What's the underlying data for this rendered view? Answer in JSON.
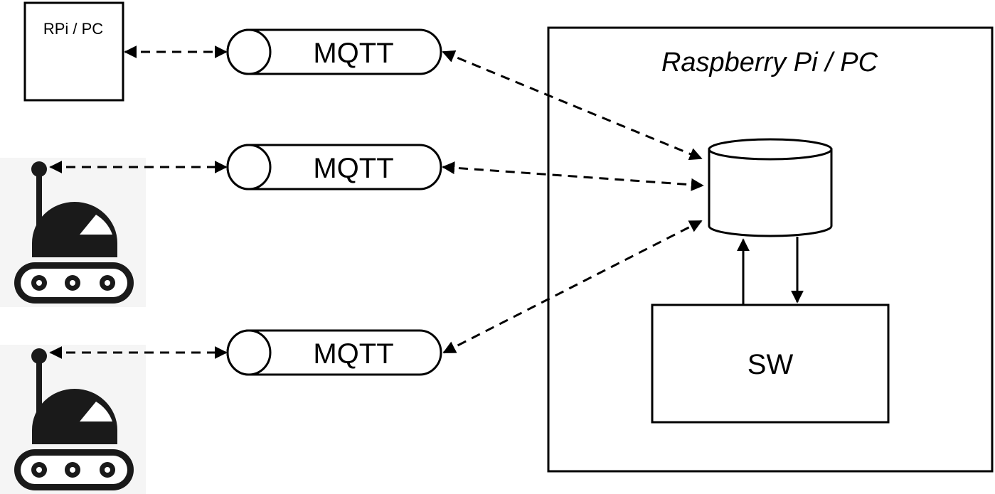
{
  "client_box": {
    "label": "RPi / PC"
  },
  "queues": [
    {
      "label": "MQTT"
    },
    {
      "label": "MQTT"
    },
    {
      "label": "MQTT"
    }
  ],
  "host": {
    "title": "Raspberry Pi / PC",
    "software_label": "SW"
  },
  "robots": [
    {
      "icon": "robot-icon"
    },
    {
      "icon": "robot-icon"
    }
  ],
  "colors": {
    "stroke": "#000000",
    "background": "#ffffff",
    "robot": "#1a1a1a"
  }
}
